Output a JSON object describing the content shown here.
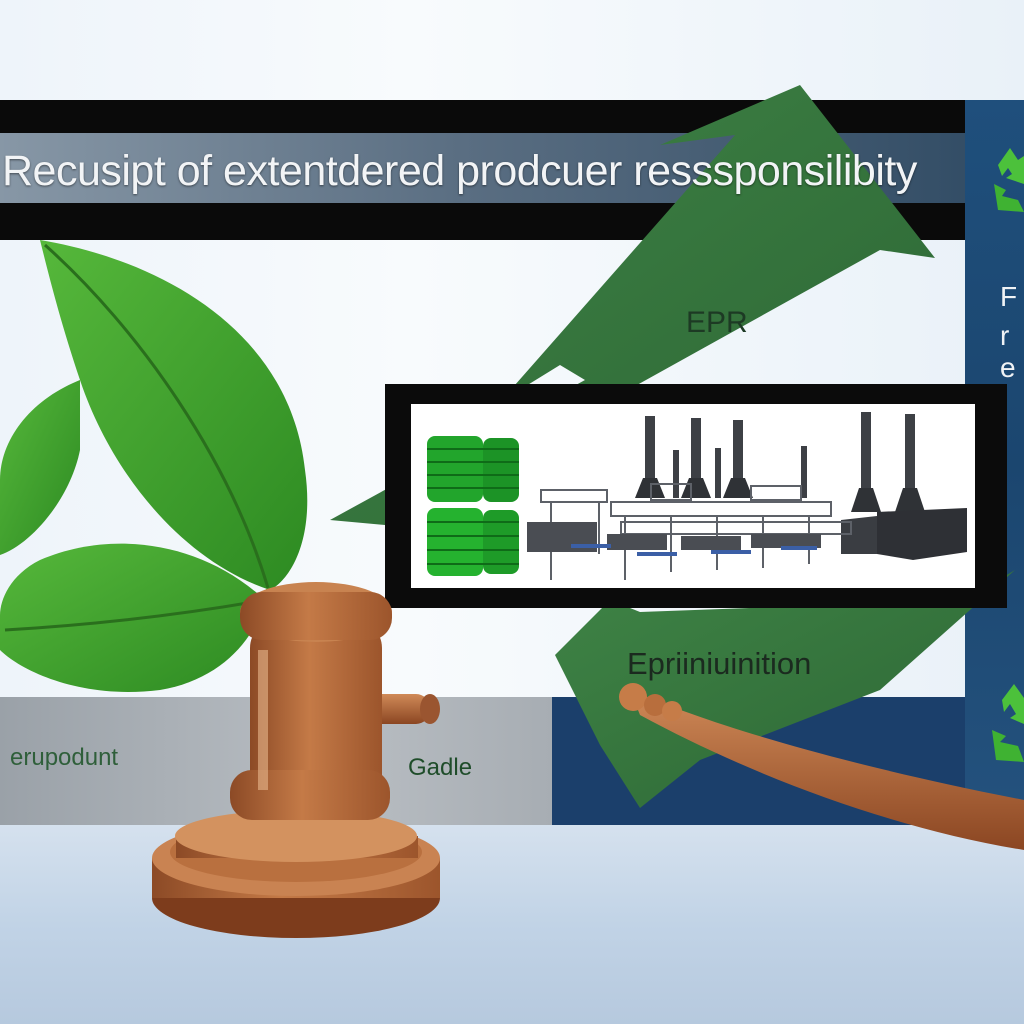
{
  "banner": {
    "title": "Recusipt of extentdered prodcuer resssponsilibity"
  },
  "arrows": {
    "top_label": "EPR",
    "bottom_label": "Epriiniuinition"
  },
  "bottom_panel": {
    "left_label": "erupodunt",
    "right_label": "Gadle"
  },
  "side_panel": {
    "lines": [
      "F",
      "r",
      "e"
    ]
  },
  "colors": {
    "arrow_green": "#2f6e37",
    "leaf_green": "#3a9a2b",
    "banner_black": "#0a0a0a",
    "panel_blue": "#1b3f6b",
    "wood": "#b8693a",
    "drum_green": "#1fb02e"
  },
  "icons": [
    "leaf-icon",
    "gavel-icon",
    "recycle-icon",
    "factory-icon",
    "drum-icon"
  ]
}
